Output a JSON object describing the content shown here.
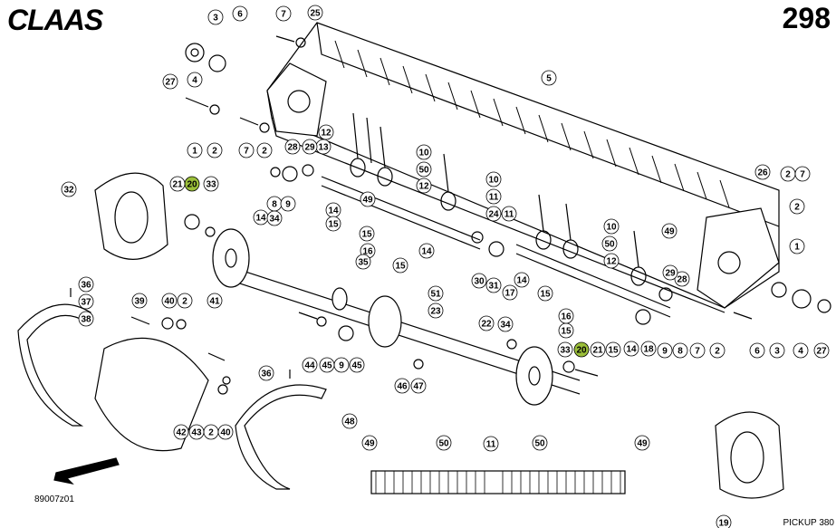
{
  "header": {
    "brand": "CLAAS",
    "page_number": "298"
  },
  "footer": {
    "figure_code": "89007z01",
    "figure_name": "PICKUP 380"
  },
  "highlight_color": "#9bbf3a",
  "callouts": [
    "1",
    "2",
    "3",
    "4",
    "5",
    "6",
    "7",
    "8",
    "9",
    "10",
    "11",
    "12",
    "13",
    "14",
    "15",
    "16",
    "17",
    "18",
    "19",
    "20",
    "21",
    "22",
    "23",
    "24",
    "25",
    "26",
    "27",
    "28",
    "29",
    "30",
    "31",
    "32",
    "33",
    "34",
    "35",
    "36",
    "37",
    "38",
    "39",
    "40",
    "41",
    "42",
    "43",
    "44",
    "45",
    "46",
    "47",
    "48",
    "49",
    "50",
    "51"
  ]
}
